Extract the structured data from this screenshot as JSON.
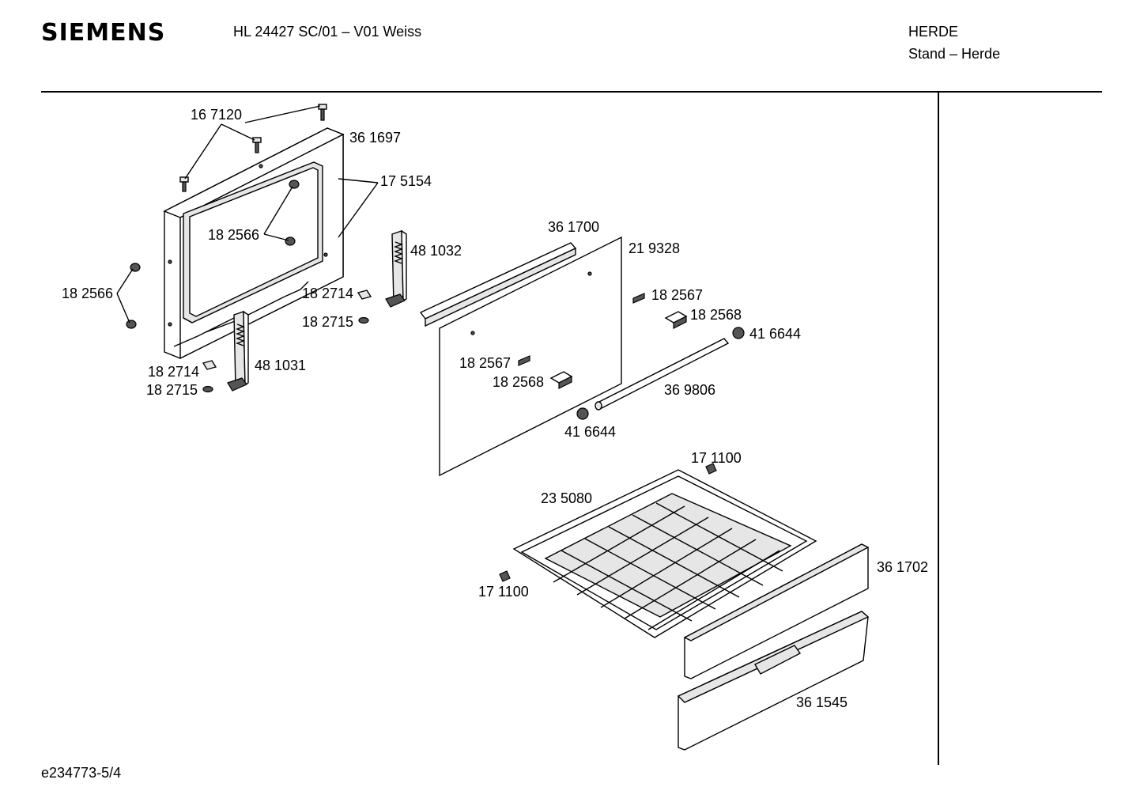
{
  "header": {
    "brand": "SIEMENS",
    "model": "HL 24427 SC/01 – V01 Weiss",
    "category": "HERDE",
    "subcategory": "Stand – Herde"
  },
  "footer": {
    "doc_id": "e234773-5/4"
  },
  "parts": [
    {
      "id": "lbl-167120",
      "text": "16 7120"
    },
    {
      "id": "lbl-361697",
      "text": "36 1697"
    },
    {
      "id": "lbl-175154",
      "text": "17 5154"
    },
    {
      "id": "lbl-182566-a",
      "text": "18 2566"
    },
    {
      "id": "lbl-182566-b",
      "text": "18 2566"
    },
    {
      "id": "lbl-481032",
      "text": "48 1032"
    },
    {
      "id": "lbl-182714-a",
      "text": "18 2714"
    },
    {
      "id": "lbl-182715-a",
      "text": "18 2715"
    },
    {
      "id": "lbl-182714-b",
      "text": "18 2714"
    },
    {
      "id": "lbl-182715-b",
      "text": "18 2715"
    },
    {
      "id": "lbl-481031",
      "text": "48 1031"
    },
    {
      "id": "lbl-361700",
      "text": "36 1700"
    },
    {
      "id": "lbl-219328",
      "text": "21 9328"
    },
    {
      "id": "lbl-182567-a",
      "text": "18 2567"
    },
    {
      "id": "lbl-182568-a",
      "text": "18 2568"
    },
    {
      "id": "lbl-416644-a",
      "text": "41 6644"
    },
    {
      "id": "lbl-182567-b",
      "text": "18 2567"
    },
    {
      "id": "lbl-182568-b",
      "text": "18 2568"
    },
    {
      "id": "lbl-369806",
      "text": "36 9806"
    },
    {
      "id": "lbl-416644-b",
      "text": "41 6644"
    },
    {
      "id": "lbl-171100-a",
      "text": "17 1100"
    },
    {
      "id": "lbl-235080",
      "text": "23 5080"
    },
    {
      "id": "lbl-361702",
      "text": "36 1702"
    },
    {
      "id": "lbl-171100-b",
      "text": "17 1100"
    },
    {
      "id": "lbl-361545",
      "text": "36 1545"
    }
  ]
}
